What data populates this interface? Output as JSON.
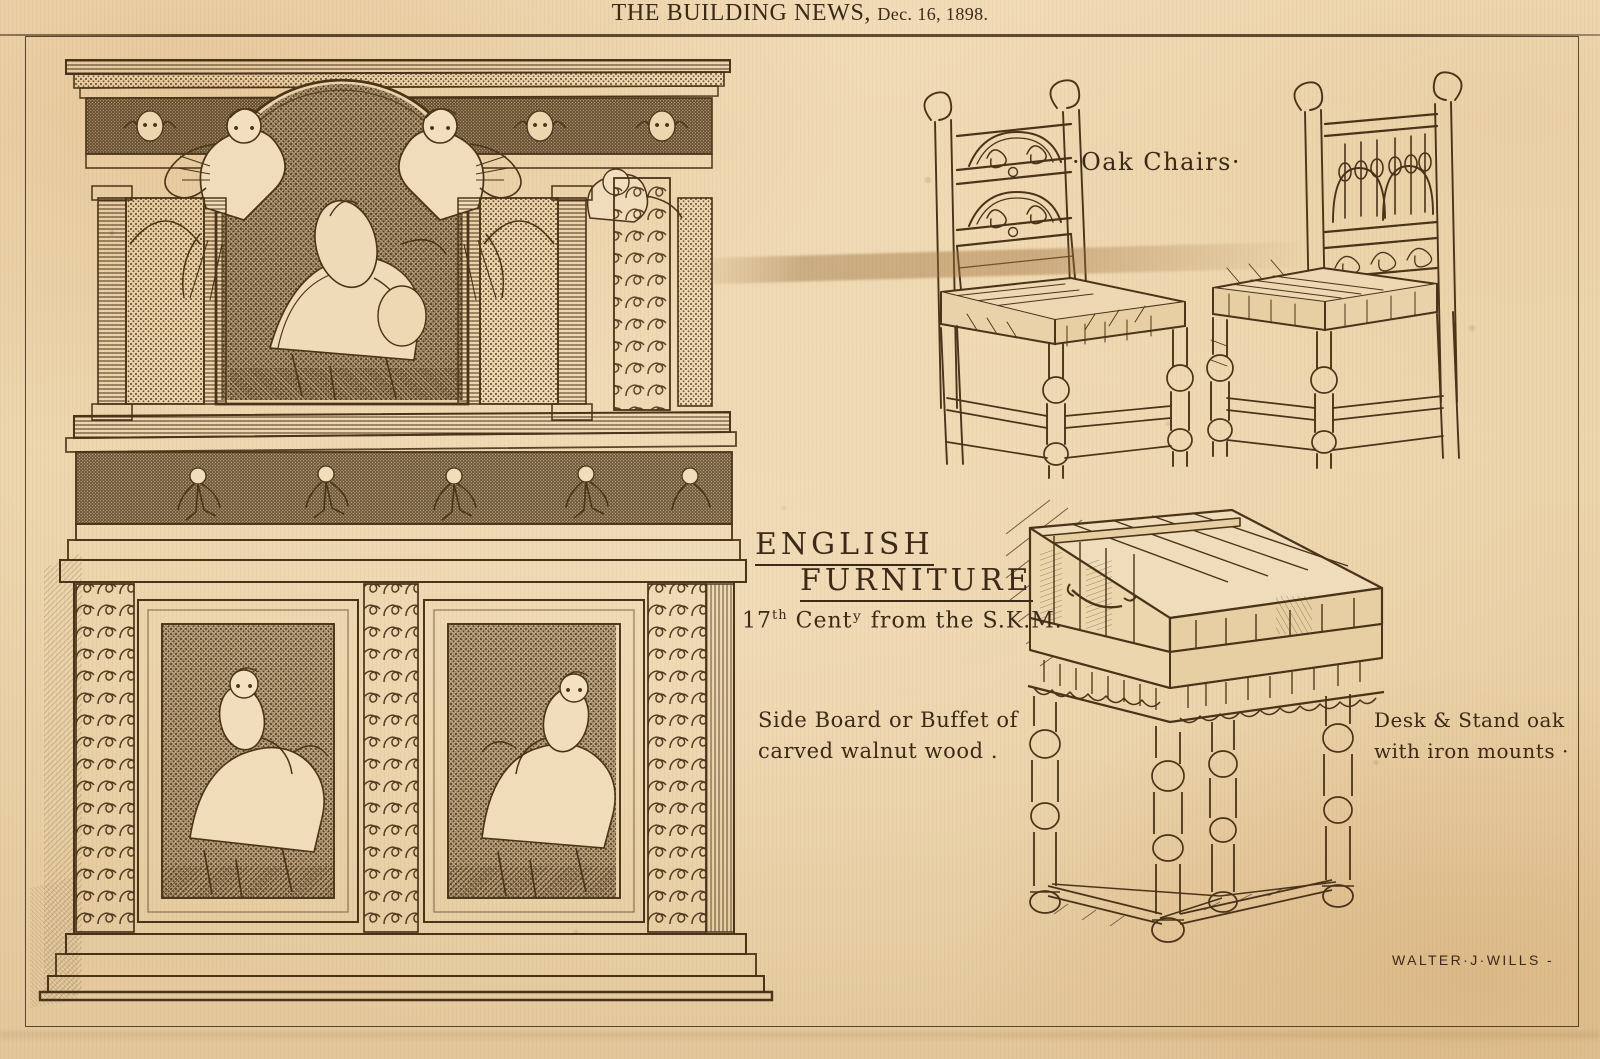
{
  "masthead": {
    "publication": "THE BUILDING NEWS,",
    "date": "Dec. 16, 1898."
  },
  "plate": {
    "title_line1": "ENGLISH",
    "title_line2": "FURNITURE",
    "subtitle_prefix": "17",
    "subtitle_sup": "th",
    "subtitle_rest": "Centʸ from the S.K.M.",
    "subtitle_full": "17th Centʸ from the S.K.M.",
    "signature": "WALTER·J·WILLS -"
  },
  "captions": {
    "sideboard_line1": "Side Board or Buffet of",
    "sideboard_line2": "carved walnut wood .",
    "chairs": "·Oak Chairs·",
    "desk_line1": "Desk & Stand oak",
    "desk_line2": "with iron mounts ·"
  },
  "figures": [
    {
      "id": "sideboard",
      "name": "carved walnut sideboard",
      "description": "Two-stage Renaissance buffet: moulded cornice over a frieze of winged cherub heads, two reclining winged caryatid figures flanking a large arched panel carved with a mounted horseman, flanking niches with turned columns; mid frieze of running putti; lower stage with two rectangular panels each carved with a horseman, separated and framed by foliate pilasters, on a plinth base."
    },
    {
      "id": "chair-left",
      "name": "oak chair, left",
      "description": "High-backed 17th-century oak chair with scrolled cresting rail, two carved openwork scroll panels in the back, turned uprights and bobbin-turned front legs with stretchers, plain board seat."
    },
    {
      "id": "chair-right",
      "name": "oak chair, right",
      "description": "High-backed oak chair with arcaded and spindle-filled back panel, carved scroll frieze, turned legs and stretchers, plain board seat, shown in mirrored three-quarter view."
    },
    {
      "id": "desk-stand",
      "name": "oak desk and stand with iron mounts",
      "description": "Sloping-lidded oak desk box with plank top and iron carrying handles, set on an open stand with carved lunette frieze, four baluster-turned legs joined by a shaped X/H stretcher on bun feet."
    }
  ],
  "colors": {
    "paper": "#eed7b0",
    "ink": "#4a3419",
    "rule": "#3a2a18",
    "frame_border": "#3a2817"
  }
}
